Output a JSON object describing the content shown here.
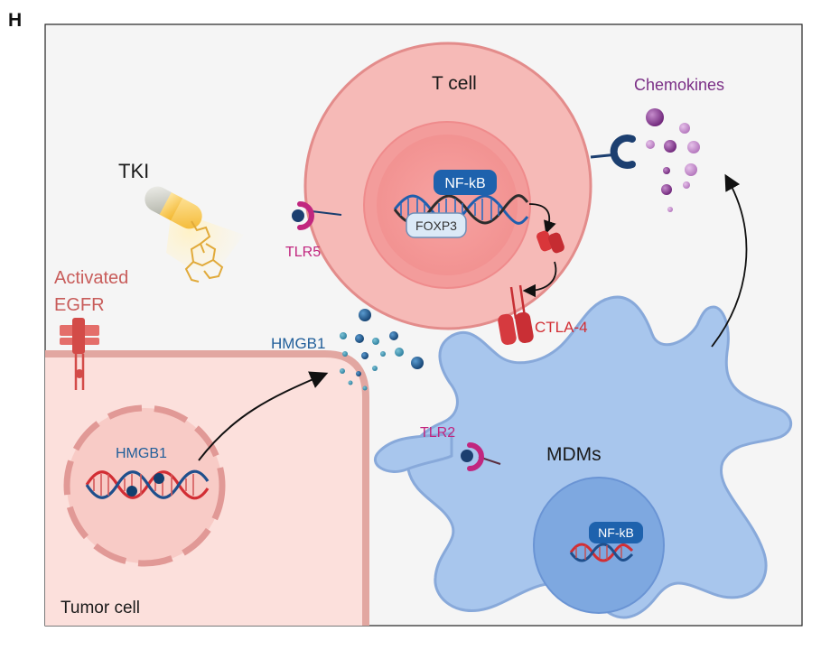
{
  "panel_letter": "H",
  "labels": {
    "t_cell": "T cell",
    "chemokines": "Chemokines",
    "tki": "TKI",
    "tlr5": "TLR5",
    "activated": "Activated",
    "egfr": "EGFR",
    "hmgb1_released": "HMGB1",
    "ctla4": "CTLA-4",
    "hmgb1_nucleus": "HMGB1",
    "tlr2": "TLR2",
    "mdms": "MDMs",
    "nfkb_tcell": "NF-kB",
    "foxp3": "FOXP3",
    "nfkb_mdm": "NF-kB",
    "tumor_cell": "Tumor cell"
  },
  "colors": {
    "frame_bg": "#f5f5f5",
    "tcell_outer": "#f6b9b6",
    "tcell_mid": "#f39f9d",
    "tcell_nucleus": "#f39190",
    "tumor_cell": "#fce0dc",
    "tumor_membrane": "#e7a9a3",
    "mdm_body": "#a9c6ec",
    "mdm_nucleus": "#7ea8e0",
    "navy": "#1c3f70",
    "nfkb_blue": "#1e62ad",
    "tlr_magenta": "#c1267f",
    "ctla4_red": "#d64044",
    "egfr_red": "#c85c5a",
    "chemokine_purple": "#7b2f86",
    "hmgb1_blue": "#215f9a"
  }
}
